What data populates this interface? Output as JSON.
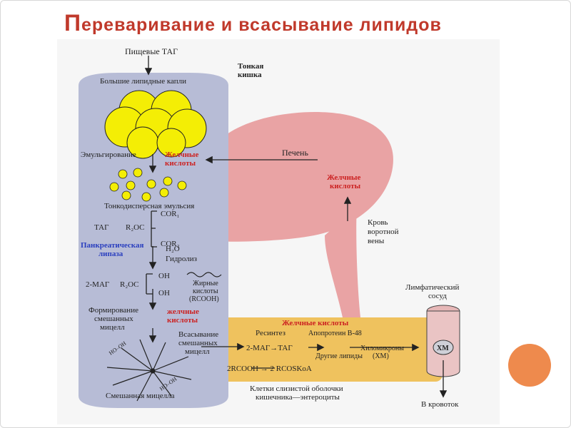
{
  "title": {
    "first_letter": "П",
    "rest": "ереваривание и всасывание липидов"
  },
  "labels": {
    "food_tag": "Пищевые ТАГ",
    "small_intestine_1": "Тонкая",
    "small_intestine_2": "кишка",
    "big_drops": "Большие липидные капли",
    "emulsification": "Эмульгирование",
    "bile_acids_1": "Желчные",
    "bile_acids_2": "кислоты",
    "liver": "Печень",
    "liver_bile_1": "Желчные",
    "liver_bile_2": "кислоты",
    "fine_emulsion": "Тонкодисперсная эмульсия",
    "tag": "ТАГ",
    "cor1": "COR₁",
    "r2oc": "R₂OC",
    "cor2": "COR₂",
    "pancreatic_lipase_1": "Панкреатическая",
    "pancreatic_lipase_2": "липаза",
    "h2o": "H₂O",
    "hydrolysis": "Гидролиз",
    "oh1": "OH",
    "mag2": "2-МАГ",
    "r2oc_2": "R₂OC",
    "oh2": "OH",
    "fatty_acids_1": "Жирные",
    "fatty_acids_2": "кислоты",
    "fatty_acids_3": "(RCOOH)",
    "portal_blood_1": "Кровь",
    "portal_blood_2": "воротной",
    "portal_blood_3": "вены",
    "lymph_vessel_1": "Лимфатический",
    "lymph_vessel_2": "сосуд",
    "mixed_micelle_form_1": "Формирование",
    "mixed_micelle_form_2": "смешанных",
    "mixed_micelle_form_3": "мицелл",
    "bile_acids_low_1": "желчные",
    "bile_acids_low_2": "кислоты",
    "absorption_1": "Всасывание",
    "absorption_2": "смешанных",
    "absorption_3": "мицелл",
    "entero_bile": "Желчные кислоты",
    "resynthesis": "Ресинтез",
    "apoprotein": "Апопротеин В-48",
    "mag_tag": "2-МАГ→ТАГ",
    "chylomicrons_1": "Хиломикроны",
    "chylomicrons_2": "(ХМ)",
    "other_lipids": "Другие липиды",
    "rcooh": "2RCOOH → 2 RCOSKoA",
    "xm": "ХМ",
    "mixed_micelle": "Смешанная мицелла",
    "enterocytes_1": "Клетки слизистой оболочки",
    "enterocytes_2": "кишечника—энтероциты",
    "to_blood": "В кровоток",
    "ho_oh_1": "HO–OH",
    "ho_oh_2": "HO–OH"
  },
  "colors": {
    "title": "#c0392b",
    "intestine": "#b7bcd6",
    "liver": "#e9a3a4",
    "enterocyte": "#efc25e",
    "lipid_drop": "#f4ee05",
    "red_label": "#cc2222",
    "blue_label": "#2a3fbf",
    "accent_circle": "#ee8a4d"
  }
}
